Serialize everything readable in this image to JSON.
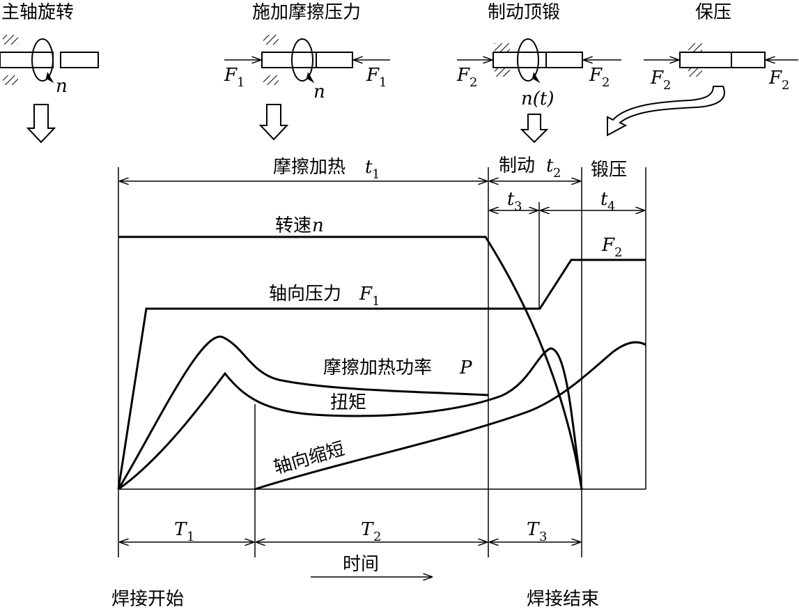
{
  "stages": {
    "s1": "主轴旋转",
    "s2": "施加摩擦压力",
    "s3": "制动顶锻",
    "s4": "保压"
  },
  "symbols": {
    "n": "n",
    "n_t": "n(t)",
    "F": "F",
    "t": "t",
    "T": "T",
    "P": "P",
    "sub1": "1",
    "sub2": "2",
    "sub3": "3",
    "sub4": "4"
  },
  "phases": {
    "heating": "摩擦加热",
    "braking": "制动",
    "forging": "锻压"
  },
  "curves": {
    "speed": "转速",
    "axial_force": "轴向压力",
    "heating_power": "摩擦加热功率",
    "torque": "扭矩",
    "shortening": "轴向缩短"
  },
  "bottom": {
    "time": "时间",
    "start": "焊接开始",
    "end": "焊接结束"
  }
}
